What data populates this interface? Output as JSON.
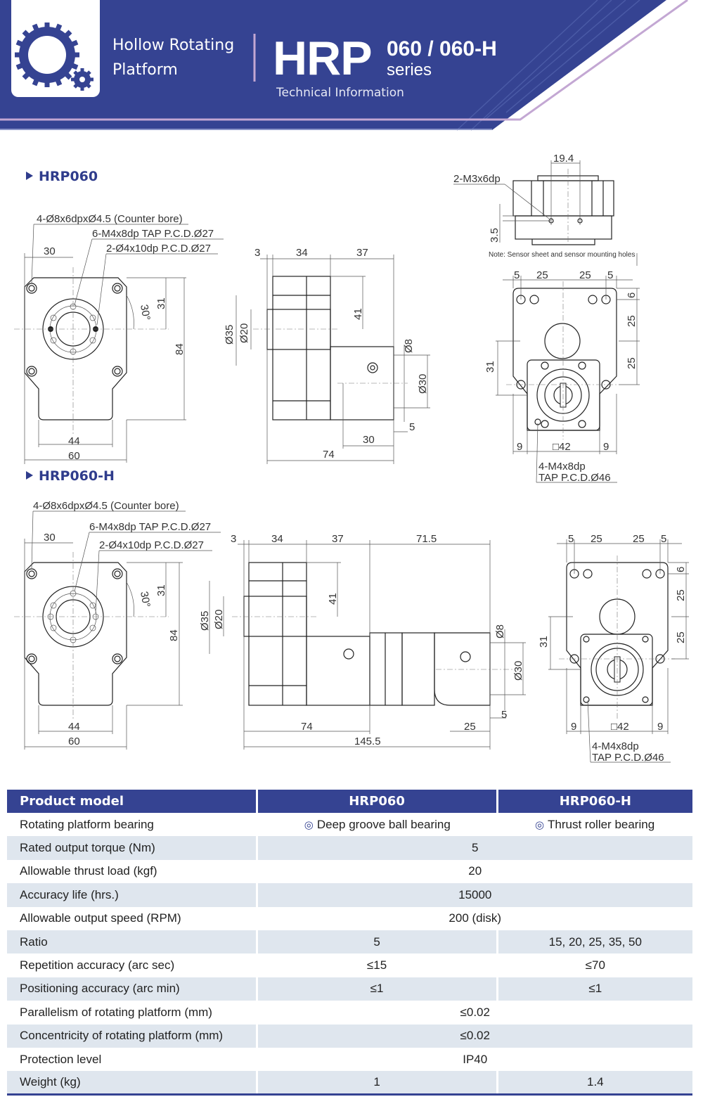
{
  "header": {
    "subtitle_line1": "Hollow Rotating",
    "subtitle_line2": "Platform",
    "brand": "HRP",
    "models": "060 / 060-H",
    "series": "series",
    "tagline": "Technical Information",
    "colors": {
      "primary": "#354392",
      "accent": "#c3a7d3"
    }
  },
  "drawings": {
    "hrp060": {
      "title": "HRP060",
      "front": [
        "4-Ø8x6dpxØ4.5 (Counter bore)",
        "6-M4x8dp TAP P.C.D.Ø27",
        "2-Ø4x10dp P.C.D.Ø27",
        "30",
        "31",
        "30°",
        "84",
        "44",
        "60"
      ],
      "side": [
        "3",
        "34",
        "37",
        "Ø35",
        "Ø20",
        "41",
        "Ø8",
        "Ø30",
        "5",
        "30",
        "74"
      ],
      "sensor": [
        "19.4",
        "2-M3x6dp",
        "3.5",
        "Note: Sensor sheet and sensor mounting holes"
      ],
      "bottom": [
        "5",
        "25",
        "25",
        "5",
        "6",
        "25",
        "25",
        "31",
        "9",
        "□42",
        "9",
        "4-M4x8dp",
        "TAP P.C.D.Ø46"
      ]
    },
    "hrp060h": {
      "title": "HRP060-H",
      "front": [
        "4-Ø8x6dpxØ4.5 (Counter bore)",
        "6-M4x8dp TAP P.C.D.Ø27",
        "2-Ø4x10dp P.C.D.Ø27",
        "30",
        "31",
        "30°",
        "84",
        "44",
        "60"
      ],
      "side": [
        "3",
        "34",
        "37",
        "71.5",
        "Ø35",
        "Ø20",
        "41",
        "Ø8",
        "Ø30",
        "5",
        "25",
        "74",
        "145.5"
      ],
      "bottom": [
        "5",
        "25",
        "25",
        "5",
        "6",
        "25",
        "25",
        "31",
        "9",
        "□42",
        "9",
        "4-M4x8dp",
        "TAP P.C.D.Ø46"
      ]
    }
  },
  "table": {
    "headers": [
      "Product model",
      "HRP060",
      "HRP060-H"
    ],
    "rows": [
      {
        "label": "Rotating platform bearing",
        "values": [
          "Deep groove ball bearing",
          "Thrust roller bearing"
        ],
        "icon": "double-circle-icon"
      },
      {
        "label": "Rated output torque (Nm)",
        "values": [
          "5"
        ]
      },
      {
        "label": "Allowable thrust load (kgf)",
        "values": [
          "20"
        ]
      },
      {
        "label": "Accuracy life (hrs.)",
        "values": [
          "15000"
        ]
      },
      {
        "label": "Allowable output speed (RPM)",
        "values": [
          "200 (disk)"
        ]
      },
      {
        "label": "Ratio",
        "values": [
          "5",
          "15, 20, 25, 35, 50"
        ]
      },
      {
        "label": "Repetition accuracy (arc sec)",
        "values": [
          "≤15",
          "≤70"
        ]
      },
      {
        "label": "Positioning accuracy (arc min)",
        "values": [
          "≤1",
          "≤1"
        ]
      },
      {
        "label": "Parallelism of rotating platform (mm)",
        "values": [
          "≤0.02"
        ]
      },
      {
        "label": "Concentricity of rotating platform (mm)",
        "values": [
          "≤0.02"
        ]
      },
      {
        "label": "Protection level",
        "values": [
          "IP40"
        ]
      },
      {
        "label": "Weight (kg)",
        "values": [
          "1",
          "1.4"
        ]
      }
    ]
  }
}
